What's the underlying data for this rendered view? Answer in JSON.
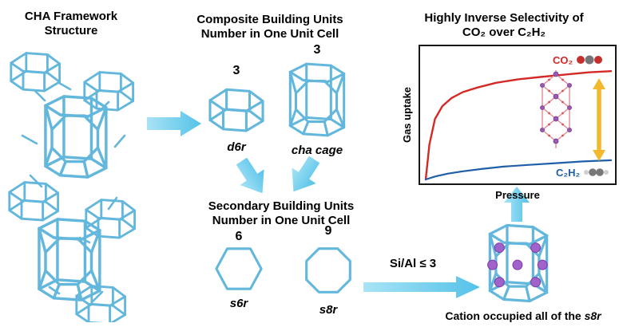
{
  "framework": {
    "title_line1": "CHA Framework",
    "title_line2": "Structure"
  },
  "composite": {
    "title_line1": "Composite Building Units",
    "title_line2": "Number in One Unit Cell",
    "d6r_count": "3",
    "d6r_label": "d6r",
    "cha_count": "3",
    "cha_label": "cha cage"
  },
  "secondary": {
    "title_line1": "Secondary Building Units",
    "title_line2": "Number in One Unit Cell",
    "s6r_count": "6",
    "s6r_label": "s6r",
    "s8r_count": "9",
    "s8r_label": "s8r"
  },
  "transformation": {
    "condition": "Si/Al ≤ 3"
  },
  "cation": {
    "caption_prefix": "Cation occupied all of the ",
    "caption_italic": "s8r"
  },
  "selectivity": {
    "title_line1": "Highly Inverse Selectivity of",
    "title_line2": "CO₂ over C₂H₂"
  },
  "colors": {
    "framework_blue": "#63b7dc",
    "arrow_cyan": "#6ecdec",
    "co2_red": "#d42a26",
    "c2h2_blue": "#1f5fa8",
    "selectivity_arrow_yellow": "#f2b92c",
    "cation_purple": "#a163c9"
  },
  "chart_data": {
    "type": "line",
    "title": "Highly Inverse Selectivity of CO₂ over C₂H₂",
    "xlabel": "Pressure",
    "ylabel": "Gas uptake",
    "xlim": [
      0,
      1
    ],
    "ylim": [
      0,
      1
    ],
    "grid": false,
    "legend_position": "curve-end-labels",
    "series": [
      {
        "name": "CO₂",
        "color": "#d42a26",
        "x": [
          0,
          0.02,
          0.05,
          0.09,
          0.14,
          0.2,
          0.28,
          0.38,
          0.5,
          0.62,
          0.75,
          0.88,
          1.0
        ],
        "y": [
          0,
          0.3,
          0.52,
          0.63,
          0.7,
          0.75,
          0.79,
          0.83,
          0.86,
          0.88,
          0.9,
          0.92,
          0.93
        ]
      },
      {
        "name": "C₂H₂",
        "color": "#1f5fa8",
        "x": [
          0,
          0.05,
          0.12,
          0.2,
          0.3,
          0.42,
          0.55,
          0.7,
          0.85,
          1.0
        ],
        "y": [
          0,
          0.025,
          0.05,
          0.07,
          0.09,
          0.11,
          0.125,
          0.14,
          0.155,
          0.165
        ]
      }
    ]
  }
}
